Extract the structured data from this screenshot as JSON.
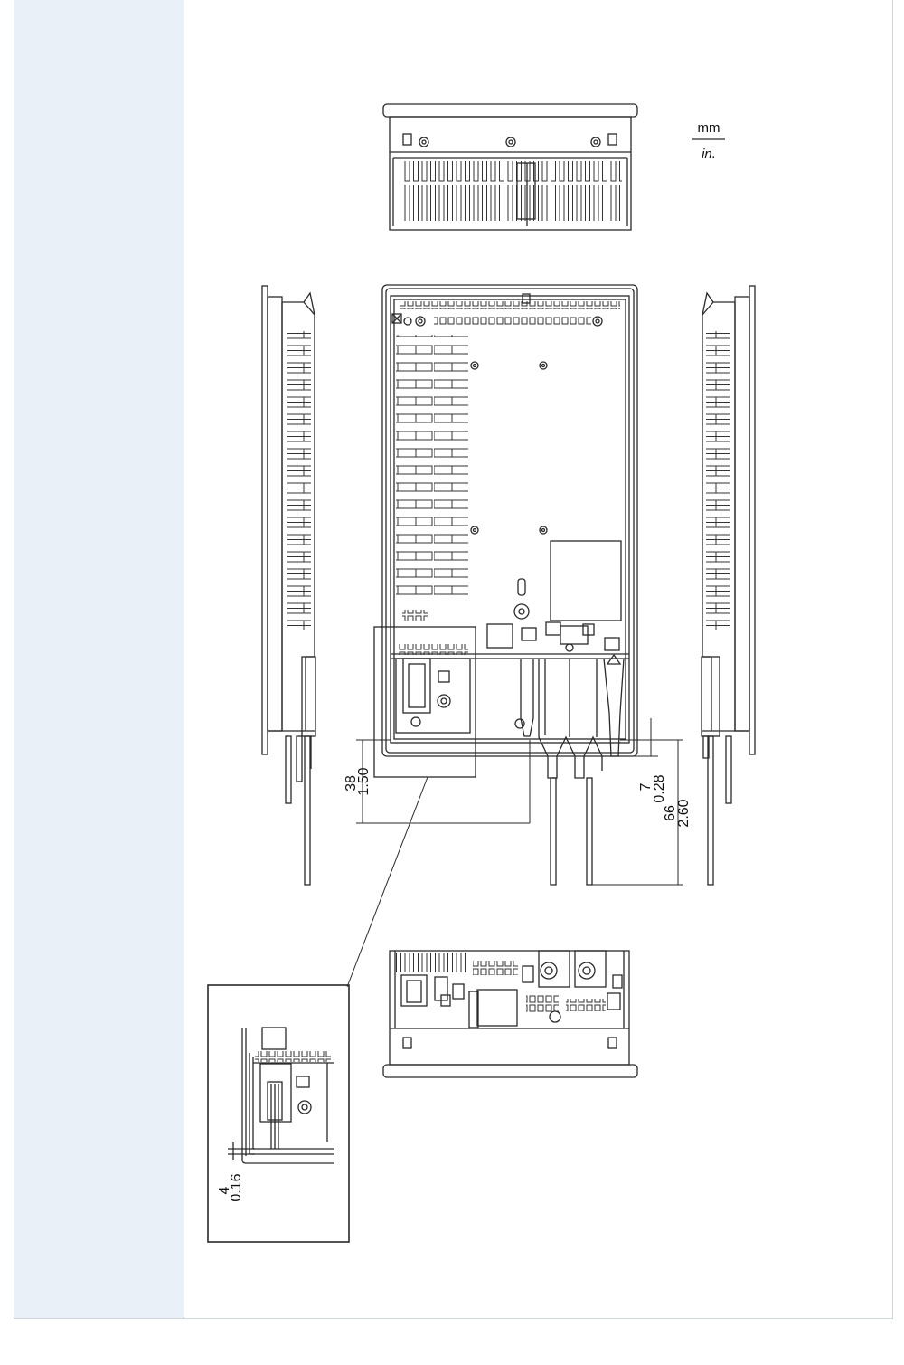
{
  "units": {
    "top": "mm",
    "bottom": "in."
  },
  "dimensions": {
    "d38": {
      "mm": "38",
      "in": "1.50"
    },
    "d7": {
      "mm": "7",
      "in": "0.28"
    },
    "d66": {
      "mm": "66",
      "in": "2.60"
    },
    "d4": {
      "mm": "4",
      "in": "0.16"
    }
  },
  "colors": {
    "line": "#2a2a2a",
    "sidebar": "#e9f0f8",
    "border": "#cfd6de"
  }
}
